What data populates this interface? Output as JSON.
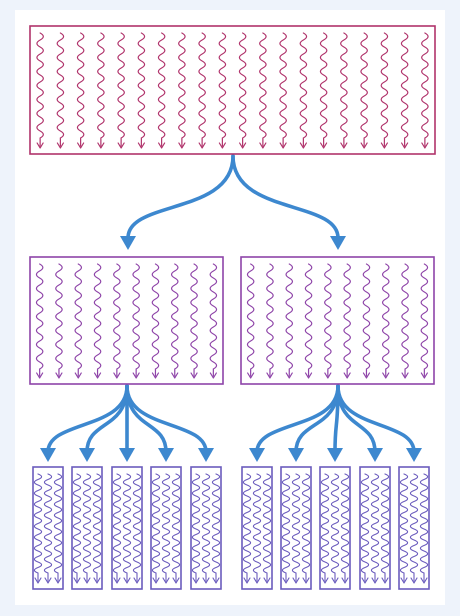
{
  "colors": {
    "page_background": "#eef3fb",
    "canvas_background": "#ffffff",
    "level_1": "#b0336b",
    "level_2": "#8e44a8",
    "level_3": "#6a5bbd",
    "connector": "#3d88cf"
  },
  "diagram": {
    "levels": [
      {
        "name": "top-block",
        "boxes": 1,
        "squiggles_per_box": 20
      },
      {
        "name": "middle-blocks",
        "boxes": 2,
        "squiggles_per_box": 10
      },
      {
        "name": "bottom-blocks",
        "groups": 2,
        "boxes_per_group": 5,
        "squiggles_per_box": 3
      }
    ],
    "connectors": [
      {
        "from": "top-block",
        "to": "middle-blocks",
        "arrow_count": 2
      },
      {
        "from": "middle-block-left",
        "to": "bottom-group-left",
        "arrow_count": 5
      },
      {
        "from": "middle-block-right",
        "to": "bottom-group-right",
        "arrow_count": 5
      }
    ]
  }
}
